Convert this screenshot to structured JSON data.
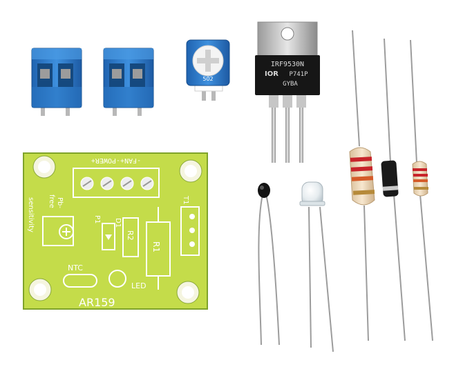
{
  "pcb": {
    "header_label": "-FAN+-POWER+",
    "pb_free": "Pb-",
    "pb_free2": "free",
    "sensitivity": "sensitivity",
    "p1": "P1",
    "d1": "D1",
    "r2": "R2",
    "r1": "R1",
    "t1": "T1",
    "ntc": "NTC",
    "led": "LED",
    "model": "AR159"
  },
  "transistor": {
    "line1": "IRF9530N",
    "brand": "IOR",
    "line2": "P741P",
    "line3": "GYBA"
  },
  "trimmer": {
    "code": "502"
  },
  "colors": {
    "pcb_green": "#c4dc4a",
    "terminal_blue": "#2f7fd0",
    "resistor_body": "#f1dcc0",
    "tab_metal": "#c7c7c7",
    "diode_black": "#1a1a1a"
  }
}
